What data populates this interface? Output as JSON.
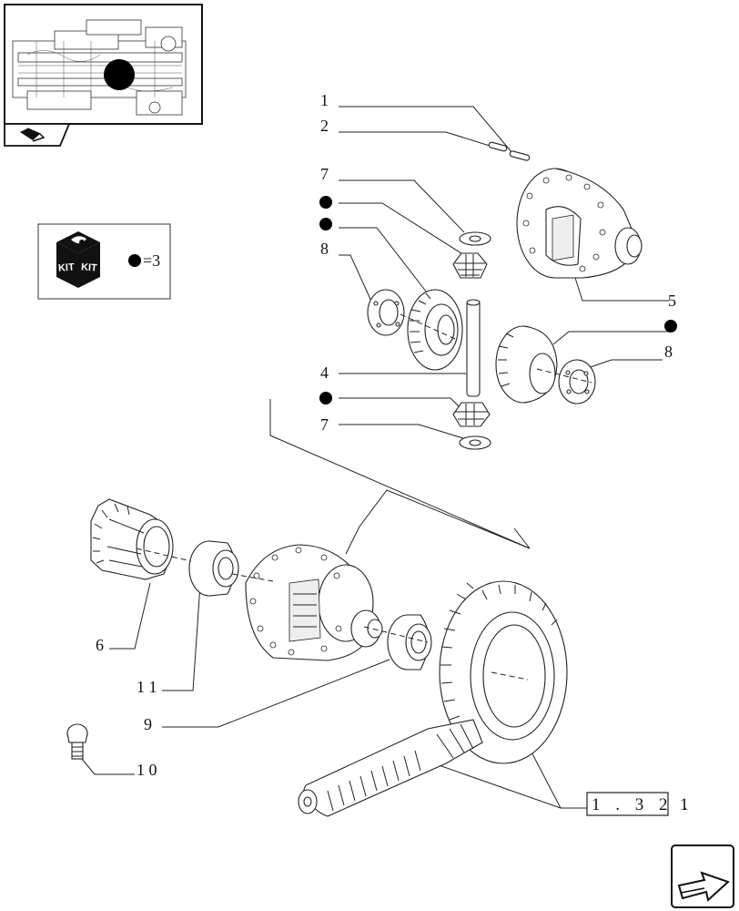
{
  "callouts": {
    "n1": "1",
    "n2": "2",
    "n7_top": "7",
    "n8_left": "8",
    "n5": "5",
    "n8_right": "8",
    "n4": "4",
    "n7_bottom": "7",
    "n6": "6",
    "n11": "1 1",
    "n9": "9",
    "n10": "1 0"
  },
  "kit_legend": {
    "kit_label_a": "KIT",
    "kit_label_b": "KIT",
    "equals_text": "=3"
  },
  "reference": {
    "boxed": "1 . 3 2 .",
    "suffix": "1"
  },
  "icons": {
    "thumbnail": "assembly-thumbnail-icon",
    "book": "book-icon",
    "next": "next-page-arrow-icon",
    "kit": "kit-box-icon",
    "bullet": "filled-dot-icon"
  }
}
